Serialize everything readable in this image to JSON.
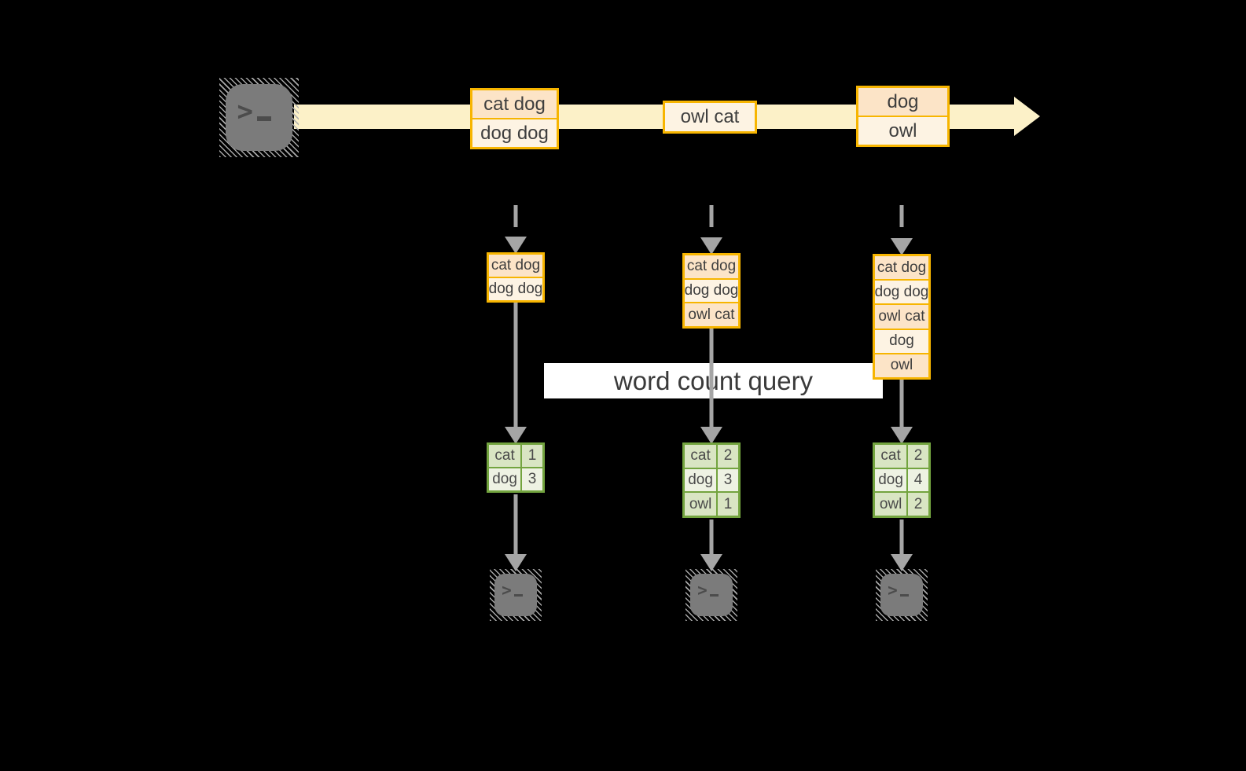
{
  "query_label": "word count query",
  "icons": {
    "source": "terminal-icon",
    "sink": "terminal-icon",
    "stream": "arrow-right-icon",
    "flow": "arrow-down-icon"
  },
  "stream": {
    "batches": [
      {
        "rows": [
          "cat dog",
          "dog dog"
        ]
      },
      {
        "rows": [
          "owl cat"
        ]
      },
      {
        "rows": [
          "dog",
          "owl"
        ]
      }
    ]
  },
  "snapshots": [
    {
      "input_rows": [
        "cat dog",
        "dog dog"
      ],
      "word_counts": [
        {
          "word": "cat",
          "count": "1"
        },
        {
          "word": "dog",
          "count": "3"
        }
      ]
    },
    {
      "input_rows": [
        "cat dog",
        "dog dog",
        "owl cat"
      ],
      "word_counts": [
        {
          "word": "cat",
          "count": "2"
        },
        {
          "word": "dog",
          "count": "3"
        },
        {
          "word": "owl",
          "count": "1"
        }
      ]
    },
    {
      "input_rows": [
        "cat dog",
        "dog dog",
        "owl cat",
        "dog",
        "owl"
      ],
      "word_counts": [
        {
          "word": "cat",
          "count": "2"
        },
        {
          "word": "dog",
          "count": "4"
        },
        {
          "word": "owl",
          "count": "2"
        }
      ]
    }
  ],
  "colors": {
    "background": "#000000",
    "stream_band": "#fcf1c8",
    "box_border": "#f7b500",
    "fill_peach": "#fce4c7",
    "fill_cream": "#fdf3e3",
    "table_border": "#73a43f",
    "table_fill_dark": "#d9e5c3",
    "table_fill_light": "#eef2e3",
    "arrow_gray": "#a5a5a5",
    "terminal_gray": "#7b7b7b",
    "label_bg": "#ffffff"
  }
}
